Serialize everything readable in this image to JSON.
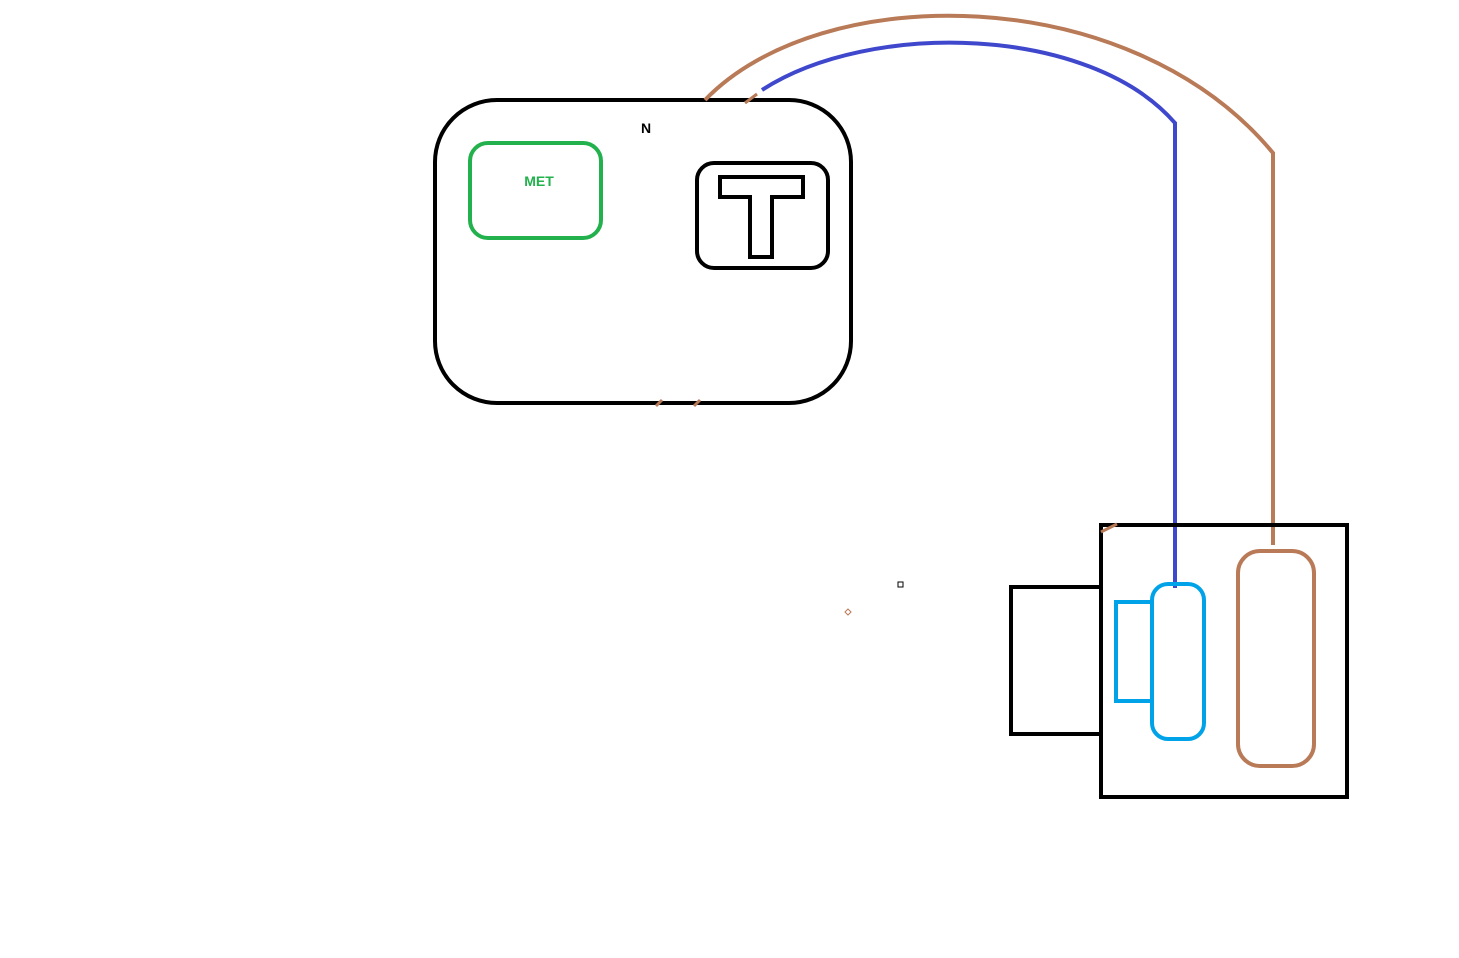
{
  "labels": {
    "neutral": "N",
    "met": "MET",
    "switch_letter": "T"
  },
  "colors": {
    "outline": "#000000",
    "met_green": "#22b14c",
    "neutral_blue": "#3f48cc",
    "live_brown": "#b97a57",
    "terminal_light_blue": "#00a2e8",
    "background": "#ffffff"
  }
}
